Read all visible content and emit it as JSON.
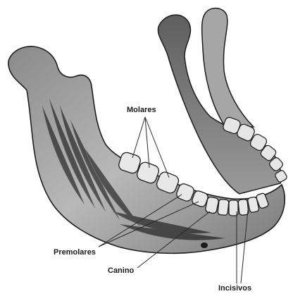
{
  "labels": {
    "molares": "Molares",
    "premolares": "Premolares",
    "canino": "Canino",
    "incisivos": "Incisivos"
  },
  "colors": {
    "bone_light": "#c9c9c9",
    "bone_dark": "#6e6e6e",
    "outline": "#1e1e1e",
    "tooth": "#e8e8e8",
    "leader": "#2a2a2a"
  },
  "illustration": "mandible-with-teeth"
}
